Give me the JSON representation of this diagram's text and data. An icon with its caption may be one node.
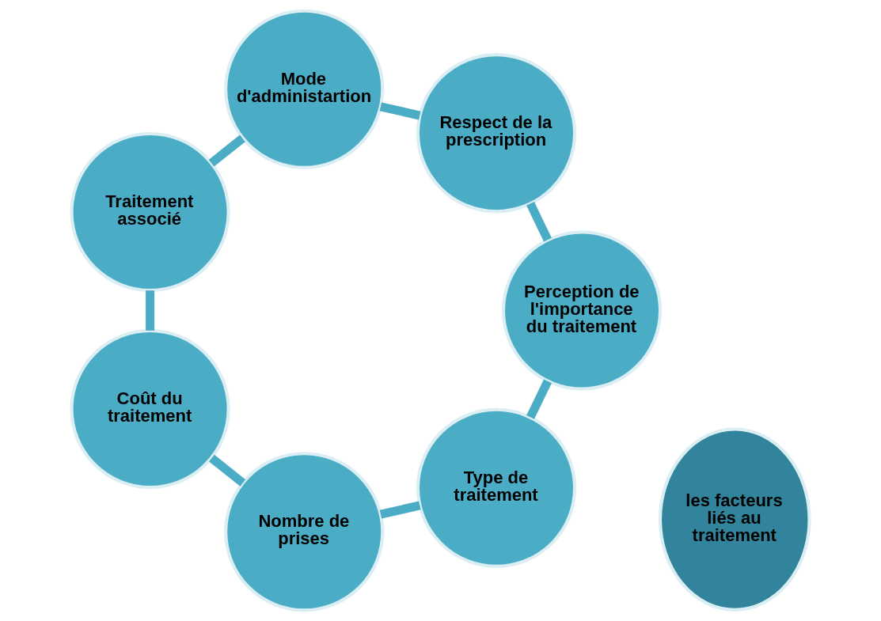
{
  "diagram": {
    "nodes": [
      {
        "text": [
          "les facteurs liés au traitement"
        ]
      },
      {
        "text": [
          "Type de traitement"
        ]
      },
      {
        "text": [
          "Nombre de prises"
        ]
      },
      {
        "text": [
          "Coût du traitement"
        ]
      },
      {
        "text": [
          "Traitement associé"
        ]
      },
      {
        "text": [
          "Mode d'administartion"
        ]
      },
      {
        "text": [
          "Respect de la prescription"
        ]
      },
      {
        "text": [
          "Perception de l'importance du traitement"
        ]
      }
    ],
    "edges": [
      {
        "from": 1,
        "to": 2,
        "arrow": "none"
      },
      {
        "from": 2,
        "to": 3,
        "arrow": "none"
      },
      {
        "from": 3,
        "to": 4,
        "arrow": "none"
      },
      {
        "from": 4,
        "to": 5,
        "arrow": "none"
      },
      {
        "from": 5,
        "to": 6,
        "arrow": "none"
      },
      {
        "from": 6,
        "to": 7,
        "arrow": "none"
      },
      {
        "from": 7,
        "to": 1,
        "arrow": "none"
      }
    ]
  }
}
